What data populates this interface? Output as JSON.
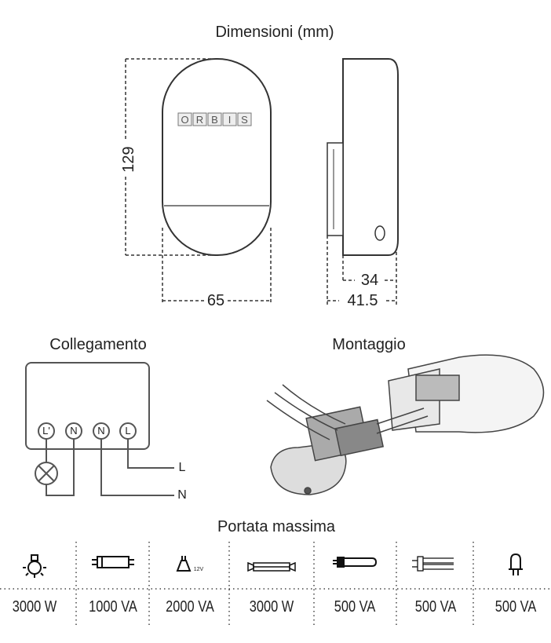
{
  "dimensions": {
    "title": "Dimensioni (mm)",
    "height": "129",
    "width": "65",
    "depth_body": "34",
    "depth_total": "41.5",
    "logo": "ORBIS"
  },
  "wiring": {
    "title": "Collegamento",
    "terminals": [
      "L'",
      "N",
      "N",
      "L"
    ],
    "line_labels": [
      "L",
      "N"
    ]
  },
  "mounting": {
    "title": "Montaggio"
  },
  "load": {
    "title": "Portata massima",
    "columns": [
      {
        "icon": "incandescent-bulb-icon",
        "value": "3000 W"
      },
      {
        "icon": "fluorescent-tube-icon",
        "value": "1000 VA"
      },
      {
        "icon": "halogen-12v-icon",
        "value": "2000 VA",
        "icon_label": "12V"
      },
      {
        "icon": "linear-halogen-icon",
        "value": "3000 W"
      },
      {
        "icon": "compact-fluorescent-icon",
        "value": "500 VA"
      },
      {
        "icon": "pl-lamp-icon",
        "value": "500 VA"
      },
      {
        "icon": "led-icon",
        "value": "500 VA"
      }
    ]
  }
}
